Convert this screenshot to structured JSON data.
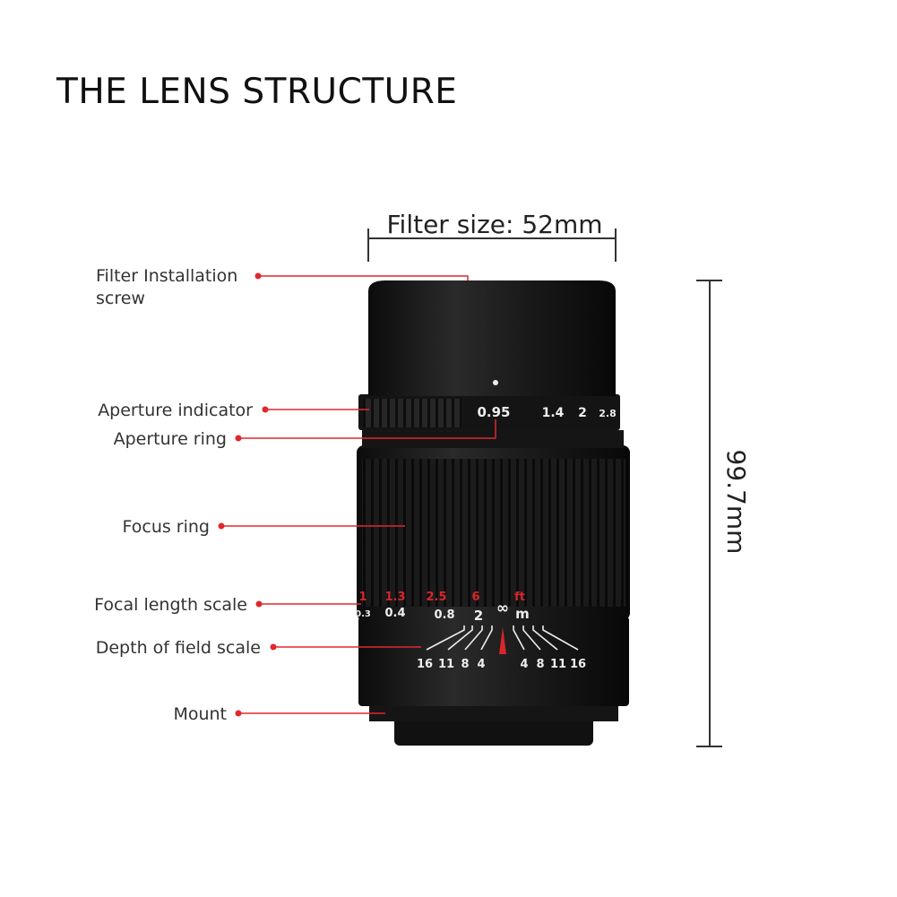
{
  "title": "THE LENS STRUCTURE",
  "dimensions": {
    "filter_size": "Filter size: 52mm",
    "length": "99.7mm"
  },
  "labels": {
    "filter_screw_line1": "Filter Installation",
    "filter_screw_line2": "screw",
    "aperture_indicator": "Aperture indicator",
    "aperture_ring": "Aperture ring",
    "focus_ring": "Focus ring",
    "focal_length_scale": "Focal length scale",
    "dof_scale": "Depth of field scale",
    "mount": "Mount"
  },
  "lens_markings": {
    "aperture": [
      "0.95",
      "1.4",
      "2",
      "2.8"
    ],
    "distance_ft": [
      "1",
      "1.3",
      "2.5",
      "6",
      "ft"
    ],
    "distance_m": [
      "0.3",
      "0.4",
      "0.8",
      "2",
      "m"
    ],
    "infinity": "∞",
    "dof_left": [
      "16",
      "11",
      "8",
      "4"
    ],
    "dof_right": [
      "4",
      "8",
      "11",
      "16"
    ]
  },
  "colors": {
    "accent": "#e0282e",
    "lens_body": "#1a1a1a",
    "scale_red": "#d9262b"
  }
}
